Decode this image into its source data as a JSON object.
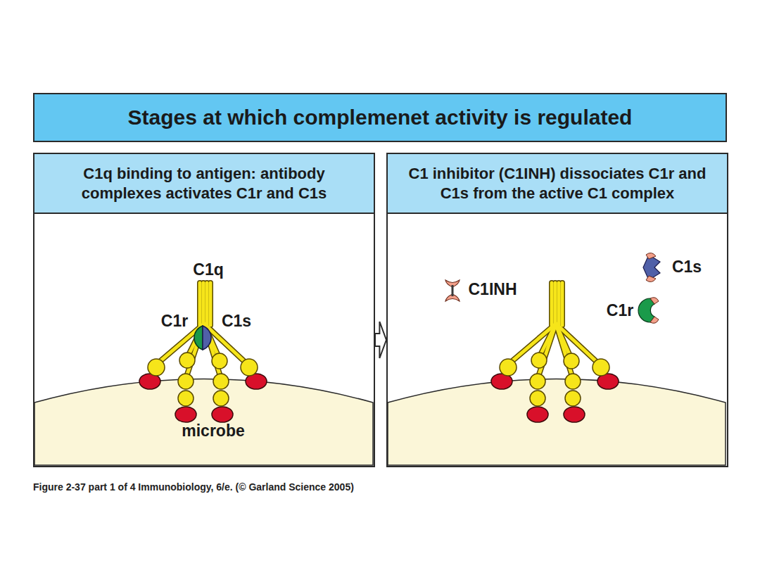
{
  "diagram": {
    "title": "Stages at which complemenet activity is regulated",
    "caption": "Figure 2-37 part 1 of 4 Immunobiology, 6/e. (© Garland Science 2005)",
    "nodes": [
      {
        "text": [
          "C1q binding to antigen: antibody complexes activates C1r and C1s"
        ]
      },
      {
        "text": [
          "C1 inhibitor (C1INH) dissociates C1r and C1s from the active C1 complex"
        ]
      }
    ],
    "edges": [
      {
        "from": 0,
        "to": 1,
        "arrow": "to"
      }
    ],
    "labels": [
      "C1q",
      "C1r",
      "C1s",
      "microbe",
      "C1INH",
      "C1s",
      "C1r"
    ]
  }
}
